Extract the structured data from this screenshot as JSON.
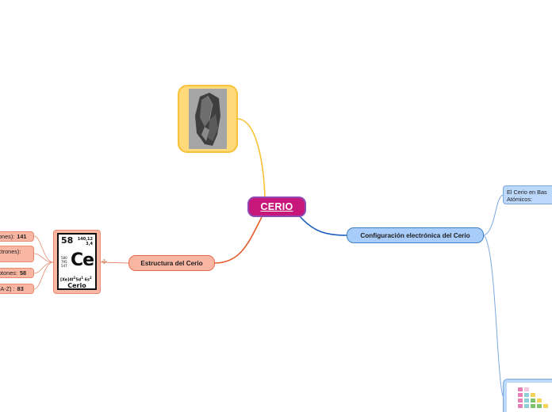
{
  "mindmap": {
    "root": {
      "label": "CERIO"
    },
    "image_node": {},
    "branches": {
      "config": {
        "label": "Configuración electrónica del Cerio",
        "note": {
          "line1": "El Cerio en Bas",
          "line2": "Atómicos:"
        }
      },
      "estructura": {
        "label": "Estructura del Cerio",
        "leaves": [
          {
            "label": "ones):",
            "value": "141"
          },
          {
            "label": "ctrones):",
            "value": ""
          },
          {
            "label": "otones:",
            "value": "58"
          },
          {
            "label": "(A-Z) :",
            "value": "83"
          }
        ]
      }
    },
    "element_card": {
      "atomic_number": "58",
      "mass": "140,12",
      "electronegativity": "3,4",
      "levels": [
        "580",
        "795",
        "547"
      ],
      "symbol": "Ce",
      "config_base": "[Xe]4f",
      "config_a": "1",
      "config_mid": "5d",
      "config_b": "1",
      "config_end": " 6s",
      "config_c": "2",
      "name": "Cerio"
    }
  },
  "colors": {
    "root": "#c8177a",
    "image_branch": "#f7c237",
    "config_branch": "#1b5fbf",
    "estructura_branch": "#e55a2b",
    "config_fill": "#a9cdfa",
    "estructura_fill": "#f8b6a3"
  },
  "icons": {
    "handle": "move-handle-icon"
  }
}
